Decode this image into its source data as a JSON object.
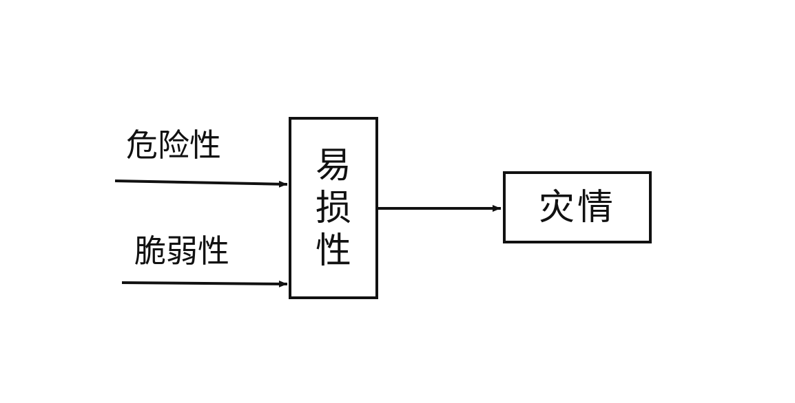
{
  "diagram": {
    "inputs": [
      {
        "label": "危险性"
      },
      {
        "label": "脆弱性"
      }
    ],
    "center_box": {
      "chars": [
        "易",
        "损",
        "性"
      ]
    },
    "output_box": {
      "label": "灾情"
    },
    "colors": {
      "line": "#111111",
      "background": "#ffffff"
    }
  }
}
